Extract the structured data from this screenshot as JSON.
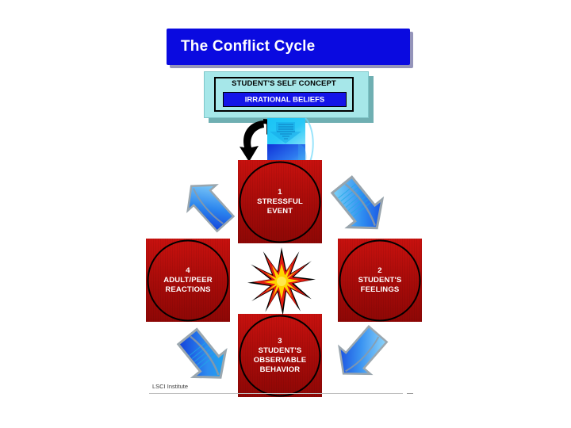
{
  "slide": {
    "title": "The Conflict Cycle",
    "background_color": "#FFFFFF",
    "title_bar_color": "#0A0AE0",
    "stage_color": "#B40E0B",
    "panel_color": "#A6E7E9",
    "accent_blue": "#1414E8"
  },
  "self_concept": {
    "heading": "STUDENT'S SELF CONCEPT",
    "belief_label": "IRRATIONAL BELIEFS"
  },
  "cycle": {
    "stages": [
      {
        "number": "1",
        "line1": "STRESSFUL",
        "line2": "EVENT",
        "line3": "",
        "position": "top"
      },
      {
        "number": "2",
        "line1": "STUDENT'S",
        "line2": "FEELINGS",
        "line3": "",
        "position": "right"
      },
      {
        "number": "3",
        "line1": "STUDENT'S",
        "line2": "OBSERVABLE",
        "line3": "BEHAVIOR",
        "position": "bottom"
      },
      {
        "number": "4",
        "line1": "ADULT/PEER",
        "line2": "REACTIONS",
        "line3": "",
        "position": "left"
      }
    ],
    "center_icon": "starburst-icon",
    "arrows": [
      {
        "name": "arrow-top-left",
        "direction": "up-right"
      },
      {
        "name": "arrow-top-right",
        "direction": "down-right"
      },
      {
        "name": "arrow-bottom-right",
        "direction": "down-left"
      },
      {
        "name": "arrow-bottom-left",
        "direction": "down-right"
      },
      {
        "name": "arrow-recycle",
        "direction": "counter-clockwise"
      },
      {
        "name": "arrow-top-blue",
        "direction": "down"
      }
    ]
  },
  "footer": {
    "source": "LSCI Institute"
  }
}
